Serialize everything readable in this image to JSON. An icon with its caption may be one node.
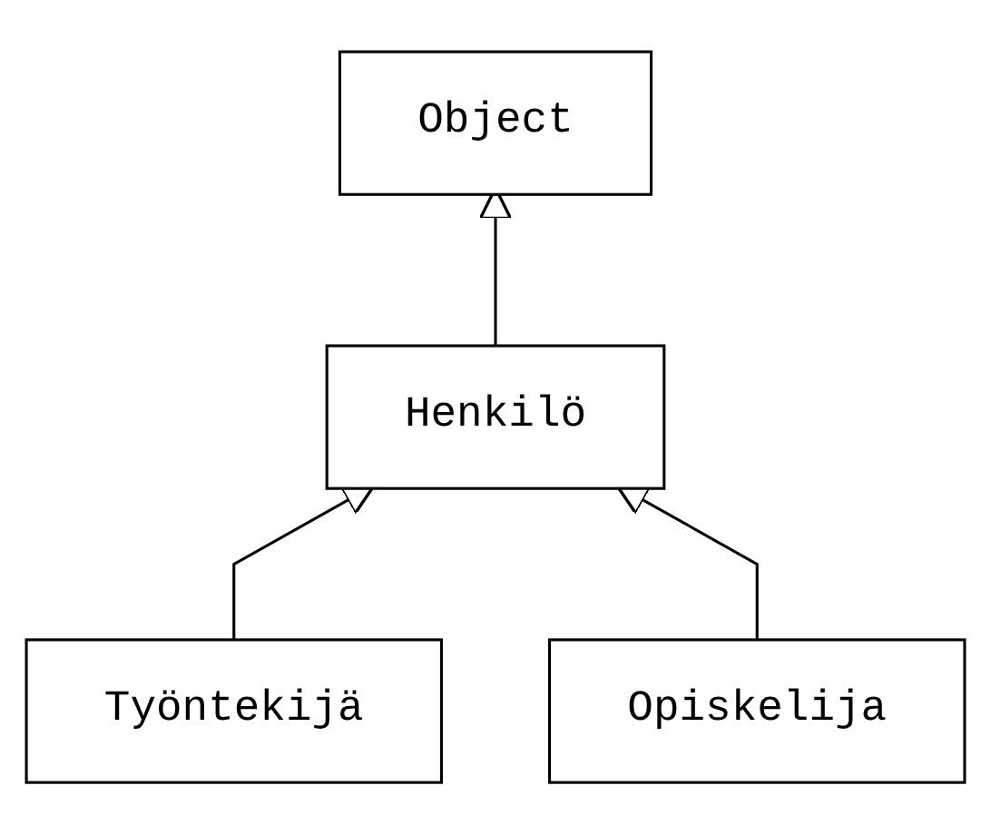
{
  "diagram": {
    "nodes": [
      {
        "text": [
          "Object"
        ]
      },
      {
        "text": [
          "Henkilö"
        ]
      },
      {
        "text": [
          "Työntekijä"
        ]
      },
      {
        "text": [
          "Opiskelija"
        ]
      }
    ],
    "edges": [
      {
        "from": 1,
        "to": 0,
        "arrow": "to"
      },
      {
        "from": 2,
        "to": 1,
        "arrow": "to"
      },
      {
        "from": 3,
        "to": 1,
        "arrow": "to"
      }
    ]
  }
}
